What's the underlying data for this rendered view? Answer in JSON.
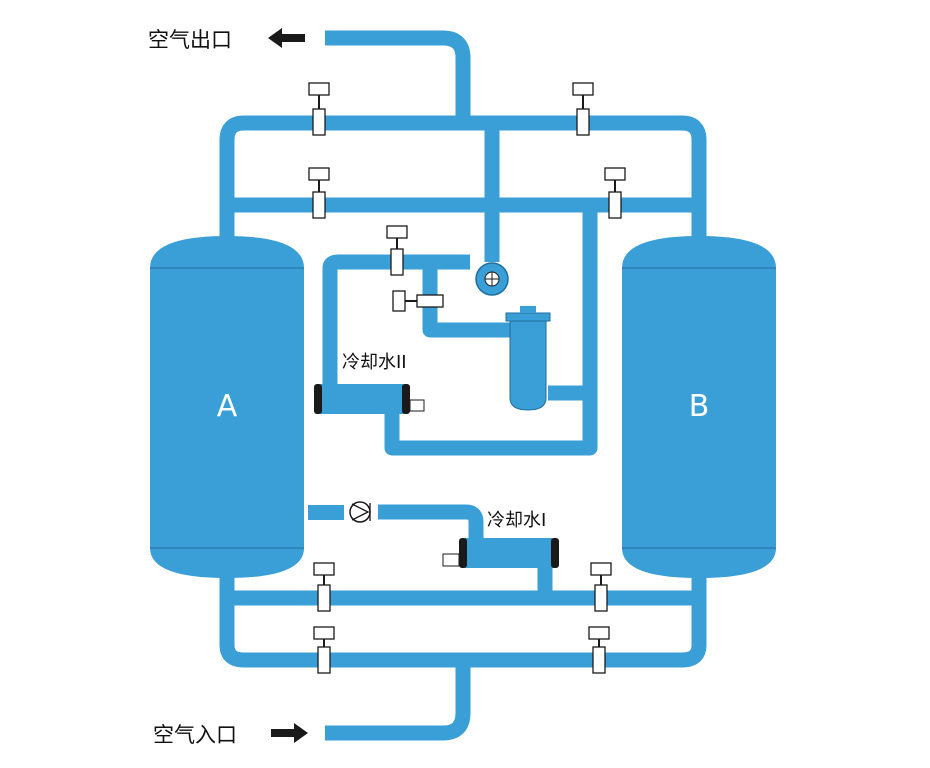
{
  "labels": {
    "air_outlet": "空气出口",
    "air_inlet": "空气入口",
    "tank_a": "A",
    "tank_b": "B",
    "cooling_water_2": "冷却水II",
    "cooling_water_1": "冷却水I"
  },
  "colors": {
    "pipe": "#3a9fd6",
    "pipe_dark": "#1f6ea0",
    "tank": "#3a9fd6",
    "valve_body": "#ffffff",
    "outline": "#1a1a1a"
  }
}
